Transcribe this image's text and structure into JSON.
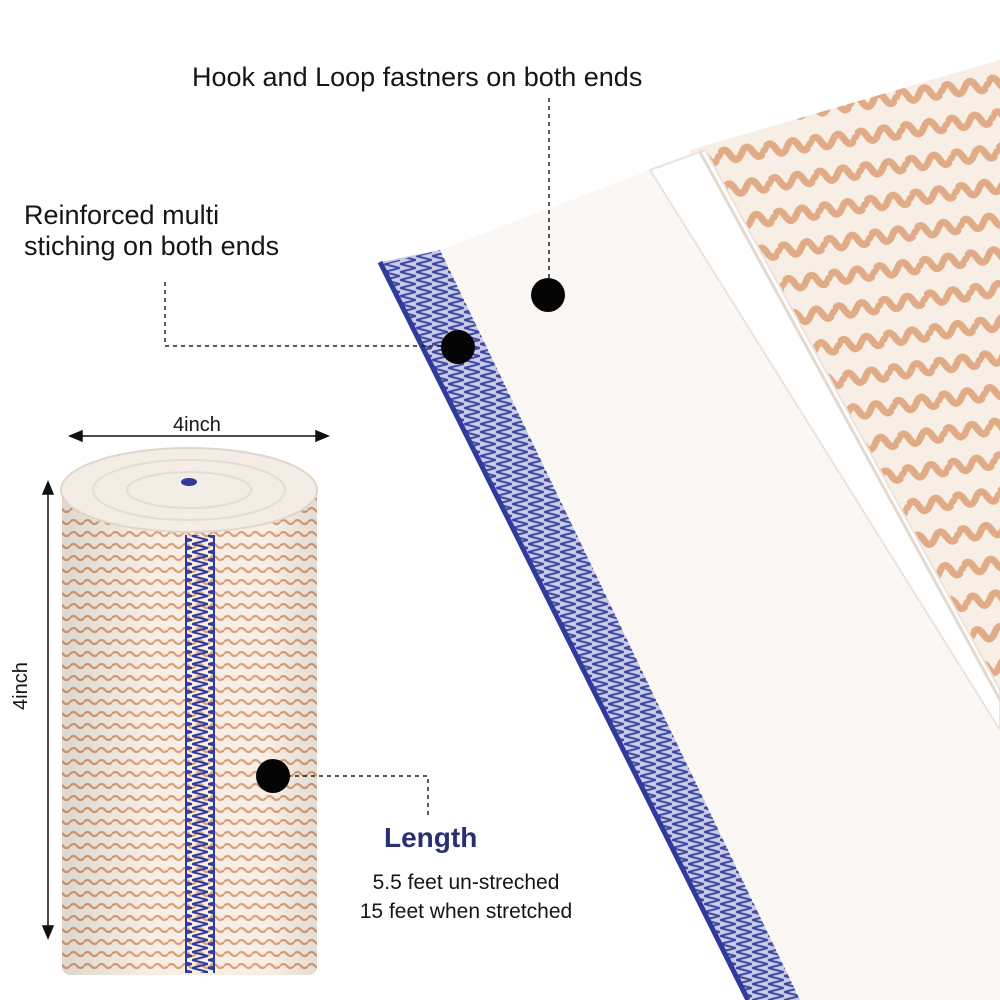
{
  "callouts": {
    "hook_loop": "Hook and Loop fastners on both ends",
    "stitch_line1": "Reinforced multi",
    "stitch_line2": "stiching on both ends",
    "length_title": "Length",
    "length_line1": "5.5 feet un-streched",
    "length_line2": "15 feet when stretched"
  },
  "dimensions": {
    "width": "4inch",
    "height": "4inch"
  },
  "colors": {
    "stitch_blue": "#2f3a9a",
    "bandage_tan": "#d9a07a",
    "cream": "#f6efe6",
    "length_title": "#2a2f73"
  }
}
